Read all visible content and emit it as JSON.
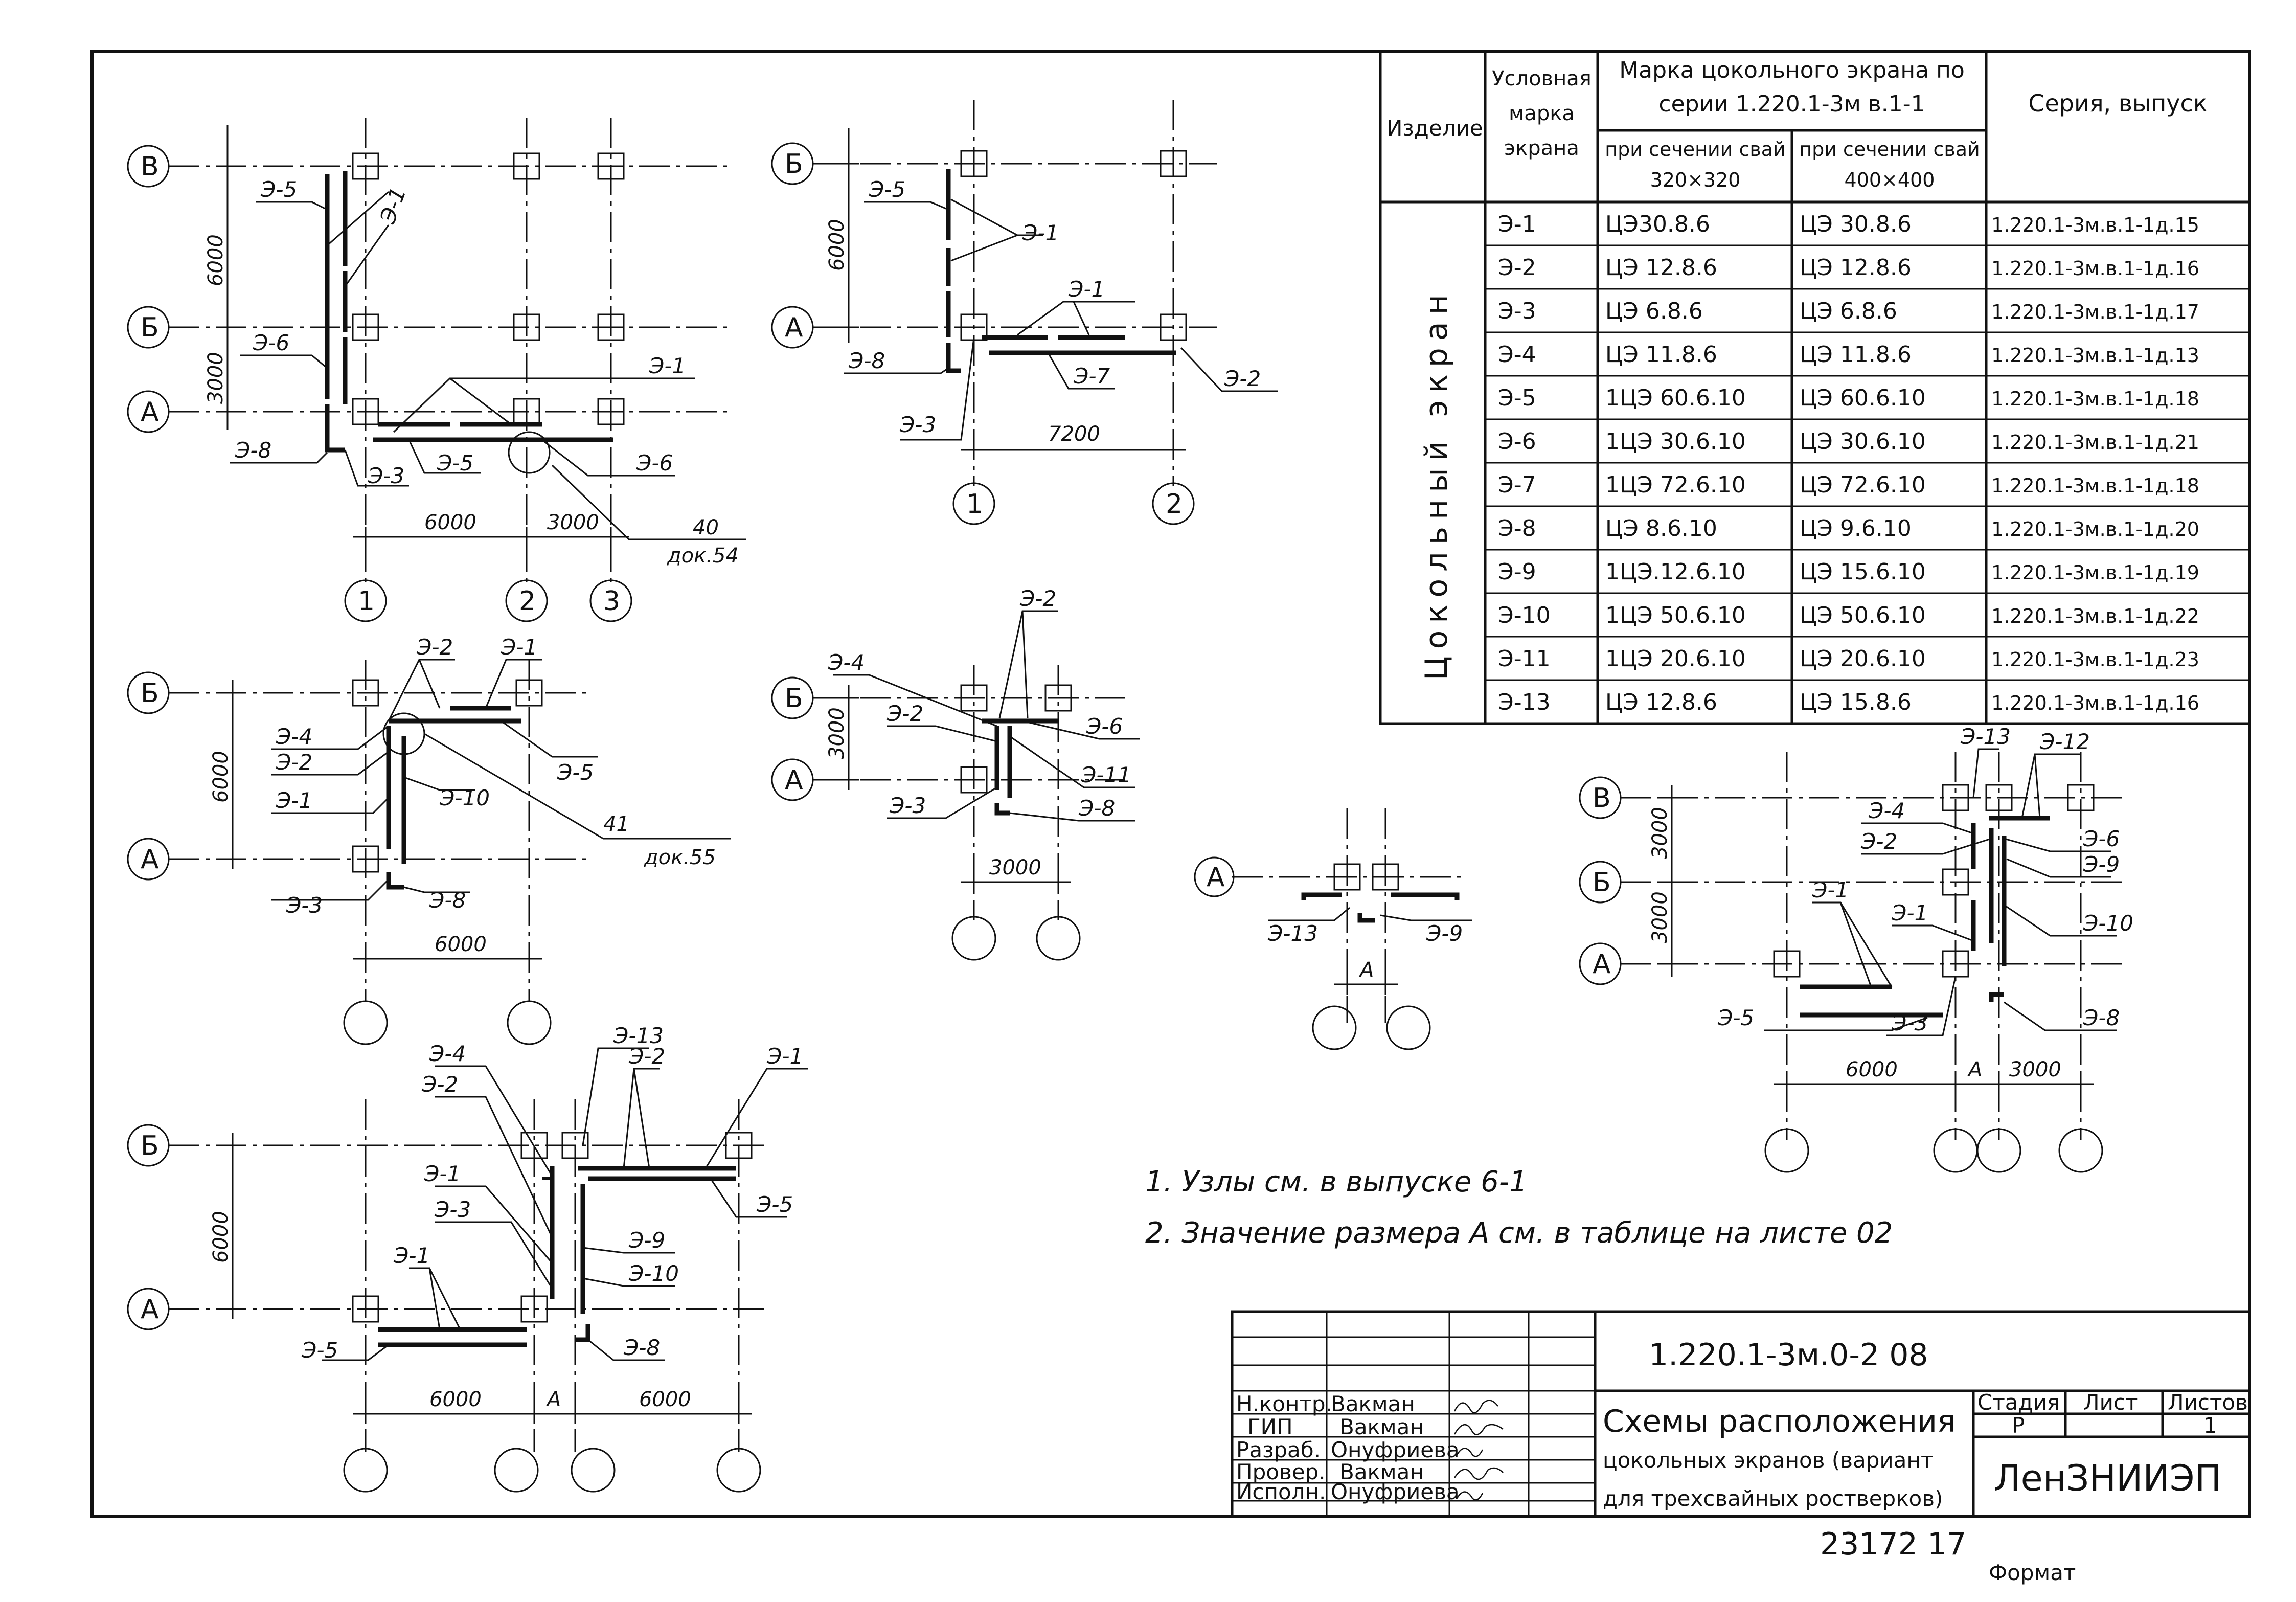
{
  "schemes": {
    "s1": {
      "axes": [
        "В",
        "Б",
        "А",
        "1",
        "2",
        "3"
      ],
      "dims": [
        "6000",
        "3000",
        "6000",
        "3000"
      ],
      "labels": [
        "Э-5",
        "Э-1",
        "Э-6",
        "Э-1",
        "Э-8",
        "Э-3",
        "Э-5",
        "Э-6"
      ],
      "callout": {
        "num": "40",
        "doc": "док.54"
      }
    },
    "s2": {
      "axes": [
        "Б",
        "А",
        "1",
        "2"
      ],
      "dims": [
        "6000",
        "7200"
      ],
      "labels": [
        "Э-5",
        "Э-1",
        "Э-1",
        "Э-8",
        "Э-7",
        "Э-2",
        "Э-3"
      ]
    },
    "s3": {
      "axes": [
        "Б",
        "А"
      ],
      "dims": [
        "6000",
        "6000"
      ],
      "labels": [
        "Э-2",
        "Э-1",
        "Э-4",
        "Э-2",
        "Э-1",
        "Э-5",
        "Э-10",
        "Э-3",
        "Э-8"
      ],
      "callout": {
        "num": "41",
        "doc": "док.55"
      }
    },
    "s4": {
      "axes": [
        "Б",
        "А"
      ],
      "dims": [
        "3000",
        "3000"
      ],
      "labels": [
        "Э-2",
        "Э-4",
        "Э-2",
        "Э-6",
        "Э-11",
        "Э-3",
        "Э-8"
      ]
    },
    "s5": {
      "axes": [
        "А"
      ],
      "dims": [
        "А"
      ],
      "labels": [
        "Э-13",
        "Э-9"
      ]
    },
    "s6": {
      "axes": [
        "В",
        "Б",
        "А"
      ],
      "dims": [
        "3000",
        "3000",
        "6000",
        "А",
        "3000"
      ],
      "labels": [
        "Э-13",
        "Э-12",
        "Э-4",
        "Э-6",
        "Э-2",
        "Э-9",
        "Э-1",
        "Э-1",
        "Э-10",
        "Э-5",
        "Э-3",
        "Э-8"
      ]
    },
    "s7": {
      "axes": [
        "Б",
        "А"
      ],
      "dims": [
        "6000",
        "6000",
        "А",
        "6000"
      ],
      "labels": [
        "Э-4",
        "Э-13",
        "Э-2",
        "Э-1",
        "Э-2",
        "Э-1",
        "Э-3",
        "Э-5",
        "Э-9",
        "Э-1",
        "Э-10",
        "Э-5",
        "Э-8"
      ]
    }
  },
  "table": {
    "headers": {
      "product": "Изделие",
      "mark": "Условная марка экрана",
      "series_mark": "Марка цокольного экрана по серии 1.220.1-3м в.1-1",
      "sec320": "при сечении свай 320×320",
      "sec400": "при сечении свай 400×400",
      "series": "Серия, выпуск"
    },
    "product_name": "Цокольный экран",
    "rows": [
      {
        "mark": "Э-1",
        "m320": "ЦЭ30.8.6",
        "m400": "ЦЭ 30.8.6",
        "series": "1.220.1-3м.в.1-1д.15"
      },
      {
        "mark": "Э-2",
        "m320": "ЦЭ 12.8.6",
        "m400": "ЦЭ 12.8.6",
        "series": "1.220.1-3м.в.1-1д.16"
      },
      {
        "mark": "Э-3",
        "m320": "ЦЭ 6.8.6",
        "m400": "ЦЭ 6.8.6",
        "series": "1.220.1-3м.в.1-1д.17"
      },
      {
        "mark": "Э-4",
        "m320": "ЦЭ 11.8.6",
        "m400": "ЦЭ 11.8.6",
        "series": "1.220.1-3м.в.1-1д.13"
      },
      {
        "mark": "Э-5",
        "m320": "1ЦЭ 60.6.10",
        "m400": "ЦЭ 60.6.10",
        "series": "1.220.1-3м.в.1-1д.18"
      },
      {
        "mark": "Э-6",
        "m320": "1ЦЭ 30.6.10",
        "m400": "ЦЭ 30.6.10",
        "series": "1.220.1-3м.в.1-1д.21"
      },
      {
        "mark": "Э-7",
        "m320": "1ЦЭ 72.6.10",
        "m400": "ЦЭ 72.6.10",
        "series": "1.220.1-3м.в.1-1д.18"
      },
      {
        "mark": "Э-8",
        "m320": "ЦЭ 8.6.10",
        "m400": "ЦЭ 9.6.10",
        "series": "1.220.1-3м.в.1-1д.20"
      },
      {
        "mark": "Э-9",
        "m320": "1ЦЭ.12.6.10",
        "m400": "ЦЭ 15.6.10",
        "series": "1.220.1-3м.в.1-1д.19"
      },
      {
        "mark": "Э-10",
        "m320": "1ЦЭ 50.6.10",
        "m400": "ЦЭ 50.6.10",
        "series": "1.220.1-3м.в.1-1д.22"
      },
      {
        "mark": "Э-11",
        "m320": "1ЦЭ 20.6.10",
        "m400": "ЦЭ 20.6.10",
        "series": "1.220.1-3м.в.1-1д.23"
      },
      {
        "mark": "Э-13",
        "m320": "ЦЭ 12.8.6",
        "m400": "ЦЭ 15.8.6",
        "series": "1.220.1-3м.в.1-1д.16"
      }
    ]
  },
  "notes": [
    "1. Узлы см. в выпуске 6-1",
    "2. Значение размера А см. в таблице на листе 02"
  ],
  "stamp": {
    "code": "1.220.1-3м.0-2   08",
    "title_lines": [
      "Схемы расположения",
      "цокольных экранов (вариант",
      "для трехсвайных ростверков)"
    ],
    "roles": [
      "Н.контр.",
      "ГИП",
      "Разраб.",
      "Провер.",
      "Исполн."
    ],
    "names": [
      "Вакман",
      "Вакман",
      "Онуфриева",
      "Вакман",
      "Онуфриева"
    ],
    "stage_h": "Стадия",
    "sheet_h": "Лист",
    "sheets_h": "Листов",
    "stage": "Р",
    "sheet": "",
    "sheets": "1",
    "org": "ЛенЗНИИЭП",
    "inv": "23172  17",
    "format": "Формат"
  }
}
